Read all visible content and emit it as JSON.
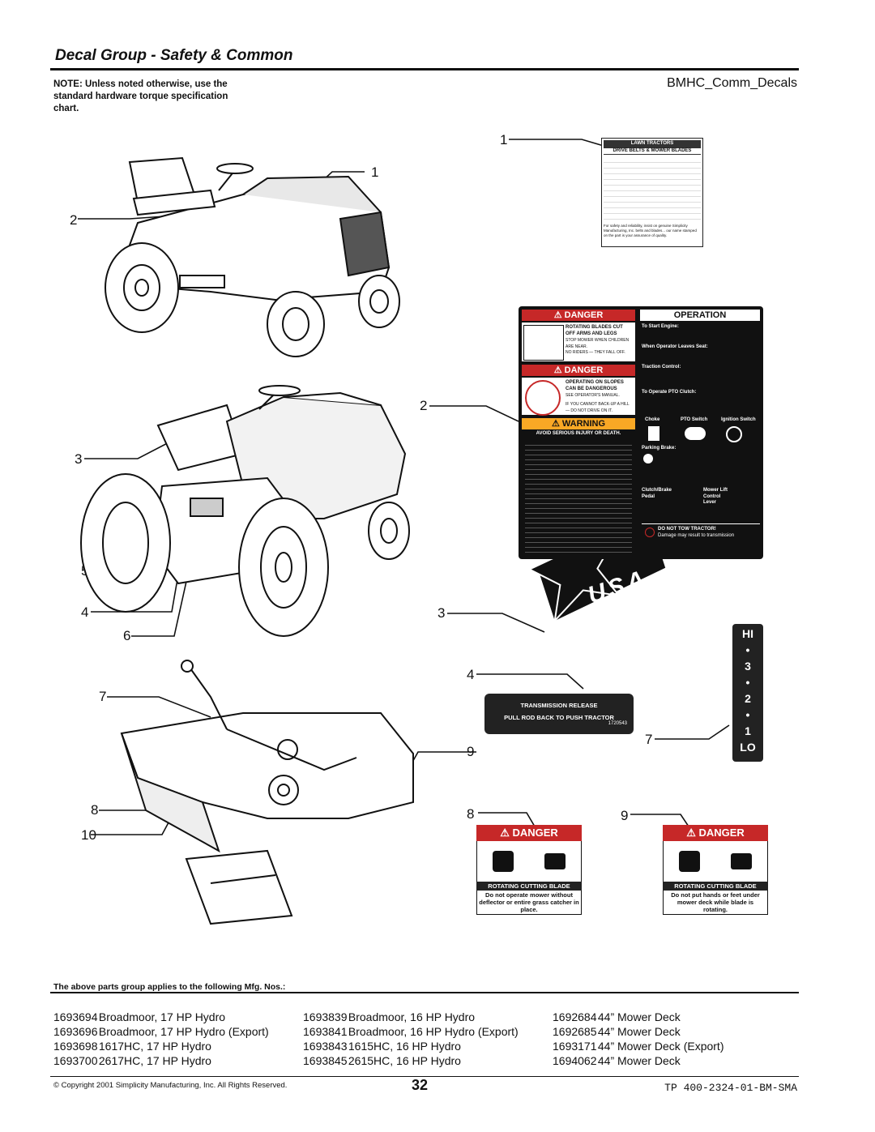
{
  "header": {
    "title": "Decal Group - Safety & Common",
    "ref": "BMHC_Comm_Decals",
    "note": "NOTE: Unless noted otherwise, use the standard hardware torque specification chart."
  },
  "callouts": {
    "left": [
      "1",
      "2",
      "3",
      "5",
      "4",
      "6",
      "7",
      "8",
      "10"
    ],
    "right": [
      "1",
      "2",
      "3",
      "4",
      "9",
      "7",
      "8",
      "9"
    ]
  },
  "decal_belts": {
    "title": "LAWN TRACTORS",
    "subtitle": "DRIVE BELTS & MOWER BLADES",
    "footer": "For safety and reliability, insist on genuine Simplicity Manufacturing, Inc. belts and blades... our name stamped on the part is your assurance of quality."
  },
  "decal_operation": {
    "danger1": "DANGER",
    "danger1_text": "ROTATING BLADES CUT OFF ARMS AND LEGS",
    "danger1_sub1": "STOP MOWER WHEN CHILDREN ARE NEAR.",
    "danger1_sub2": "NO RIDERS — THEY FALL OFF.",
    "danger2": "DANGER",
    "danger2_text": "OPERATING ON SLOPES CAN BE DANGEROUS",
    "danger2_sub1": "SEE OPERATOR'S MANUAL.",
    "danger2_sub2": "IF YOU CANNOT BACK-UP A HILL — DO NOT DRIVE ON IT.",
    "warning": "WARNING",
    "warning_text": "AVOID SERIOUS INJURY OR DEATH.",
    "operation": "OPERATION",
    "op_start": "To Start Engine:",
    "op_seat": "When Operator Leaves Seat:",
    "op_traction": "Traction Control:",
    "op_pto": "To Operate PTO Clutch:",
    "label_choke": "Choke",
    "label_pto": "PTO Switch",
    "label_ignition": "Ignition Switch",
    "parking": "Parking Brake:",
    "clutch": "Clutch/Brake Pedal",
    "mower_lift": "Mower Lift Control Lever",
    "no_tow": "DO NOT TOW TRACTOR!",
    "no_tow_sub": "Damage may result to transmission"
  },
  "decal_usa": {
    "text": "USA"
  },
  "decal_speed": {
    "items": [
      "HI",
      "•",
      "3",
      "•",
      "2",
      "•",
      "1",
      "LO"
    ]
  },
  "decal_transmission": {
    "line1": "TRANSMISSION RELEASE",
    "line2": "PULL ROD BACK TO PUSH TRACTOR",
    "part": "1720543"
  },
  "decal_danger_a": {
    "header": "DANGER",
    "title": "ROTATING CUTTING BLADE",
    "text": "Do not operate mower without deflector or entire grass catcher in place."
  },
  "decal_danger_b": {
    "header": "DANGER",
    "title": "ROTATING CUTTING BLADE",
    "text": "Do not put hands or feet under mower deck while blade is rotating."
  },
  "applies_text": "The above parts group applies to the following Mfg. Nos.:",
  "mfg_columns": [
    [
      {
        "num": "1693694",
        "desc": "Broadmoor, 17 HP Hydro"
      },
      {
        "num": "1693696",
        "desc": "Broadmoor, 17 HP Hydro (Export)"
      },
      {
        "num": "1693698",
        "desc": "1617HC, 17 HP Hydro"
      },
      {
        "num": "1693700",
        "desc": "2617HC, 17 HP Hydro"
      }
    ],
    [
      {
        "num": "1693839",
        "desc": "Broadmoor, 16 HP Hydro"
      },
      {
        "num": "1693841",
        "desc": "Broadmoor, 16 HP Hydro (Export)"
      },
      {
        "num": "1693843",
        "desc": "1615HC, 16 HP Hydro"
      },
      {
        "num": "1693845",
        "desc": "2615HC, 16 HP Hydro"
      }
    ],
    [
      {
        "num": "1692684",
        "desc": "44” Mower Deck"
      },
      {
        "num": "1692685",
        "desc": "44” Mower Deck"
      },
      {
        "num": "1693171",
        "desc": "44” Mower Deck (Export)"
      },
      {
        "num": "1694062",
        "desc": "44” Mower Deck"
      }
    ]
  ],
  "footer": {
    "copyright": "© Copyright 2001 Simplicity Manufacturing, Inc. All Rights Reserved.",
    "page": "32",
    "doc": "TP 400-2324-01-BM-SMA"
  }
}
